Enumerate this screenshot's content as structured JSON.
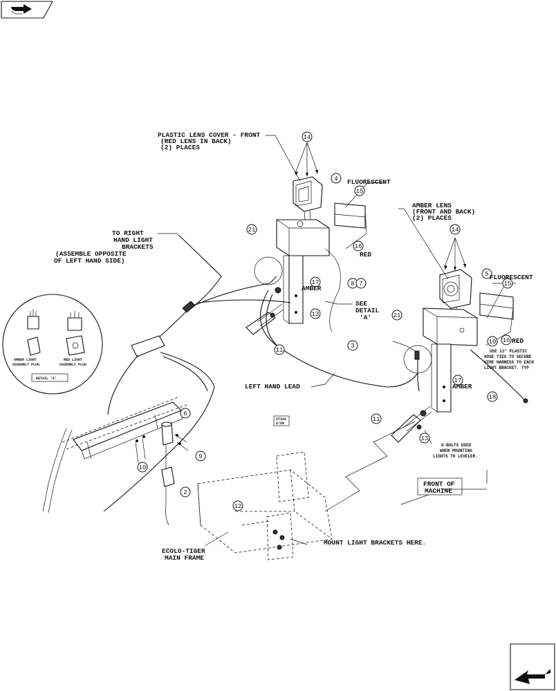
{
  "labels": {
    "lens_cover": [
      "PLASTIC LENS COVER - FRONT",
      "(RED LENS IN BACK)",
      "(2) PLACES"
    ],
    "fluorescent_left": "FLUORESCENT",
    "fluorescent_right": "FLUORESCENT",
    "amber_lens": [
      "AMBER LENS",
      "(FRONT AND BACK)",
      "(2) PLACES"
    ],
    "to_right": [
      "TO RIGHT",
      "HAND LIGHT",
      "BRACKETS",
      "(ASSEMBLE OPPOSITE",
      "OF LEFT HAND SIDE)"
    ],
    "red_left": "RED",
    "red_right": "RED",
    "amber_left": "AMBER",
    "amber_right": "AMBER",
    "see_detail": [
      "SEE",
      "DETAIL",
      "'A'"
    ],
    "use_ties": [
      "USE 11\" PLASTIC",
      "HOSE TIES TO SECURE",
      "WIRE HARNESS TO EACH",
      "LIGHT BRACKET.  TYP"
    ],
    "left_hand_lead": "LEFT HAND LEAD",
    "detail_amber_plug": [
      "AMBER LIGHT",
      "ASSEMBLY PLUG"
    ],
    "detail_red_plug": [
      "RED LIGHT",
      "ASSEMBLY PLUG"
    ],
    "detail_title": "DETAIL 'A'",
    "u_bolts": [
      "U-BOLTS USED",
      "WHEN MOUNTING",
      "LIGHTS TO LEVELER."
    ],
    "front_of_machine": [
      "FRONT OF",
      "MACHINE"
    ],
    "mount_here": "MOUNT LIGHT BRACKETS HERE.",
    "frame": [
      "ECOLO-TIGER",
      "MAIN FRAME"
    ],
    "stamp": [
      "ST342",
      "2/99"
    ]
  },
  "callouts": {
    "c14a": "14",
    "c4": "4",
    "c15a": "15",
    "c21a": "21",
    "c16a": "16",
    "c17a": "17",
    "c8": "8",
    "c7": "7",
    "c13a": "13",
    "c11a": "11",
    "c3": "3",
    "c14b": "14",
    "c5": "5",
    "c15b": "15",
    "c21b": "21",
    "c10a": "10",
    "c16b": "16",
    "c17b": "17",
    "c18": "18",
    "c11b": "11",
    "c13b": "13",
    "c6": "6",
    "c9": "9",
    "c10b": "10",
    "c2": "2",
    "c12": "12"
  },
  "icons": {
    "top_left": "book-arrow-icon",
    "bottom_right": "next-page-arrow-icon"
  }
}
